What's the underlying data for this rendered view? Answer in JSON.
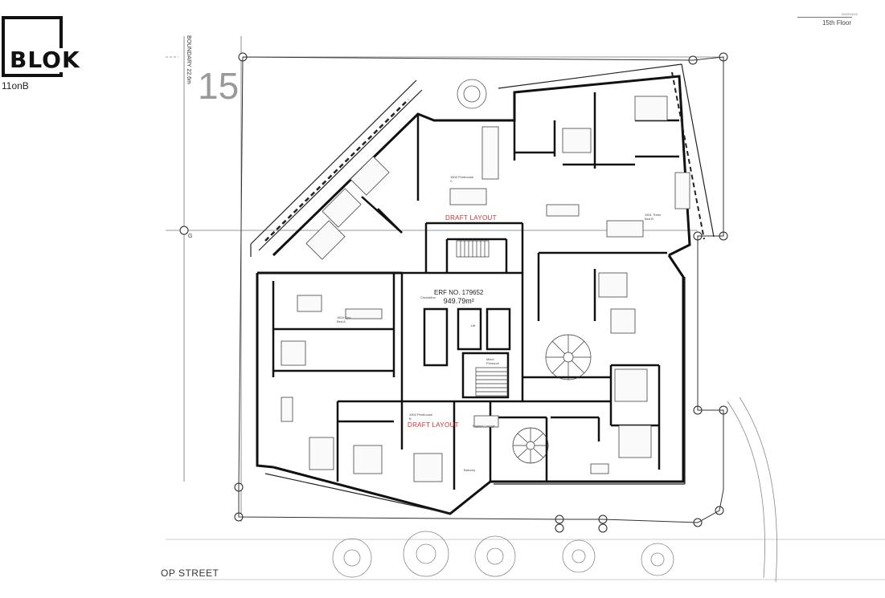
{
  "brand": {
    "logo": "BLOK",
    "project": "11onB"
  },
  "sheet": {
    "floor_label": "15th Floor",
    "date": "2023/11/14",
    "floor_number": "15"
  },
  "site": {
    "boundary_label": "BOUNDARY 22.6m",
    "street_name": "OP STREET",
    "erf_label": "ERF NO. 179652",
    "erf_area": "949.79m²",
    "grid_mark": "G"
  },
  "stamps": {
    "draft_1": "DRAFT LAYOUT",
    "draft_2": "DRAFT LAYOUT"
  },
  "rooms": {
    "circulation": "Circulation",
    "penthouse_c": "1503 Penthouse C",
    "penthouse_b": "1502 Penthouse B",
    "three_bed": "1501 Three Bed B",
    "one_bed": "1504 One Bed A",
    "pajama": "Pajama Lounge",
    "balcony": "Balcony",
    "lift": "Lift",
    "mech": "Mech Pressure"
  },
  "colors": {
    "wall": "#111111",
    "line": "#555555",
    "draft": "#d03030",
    "tree": "#8a8a8a"
  }
}
